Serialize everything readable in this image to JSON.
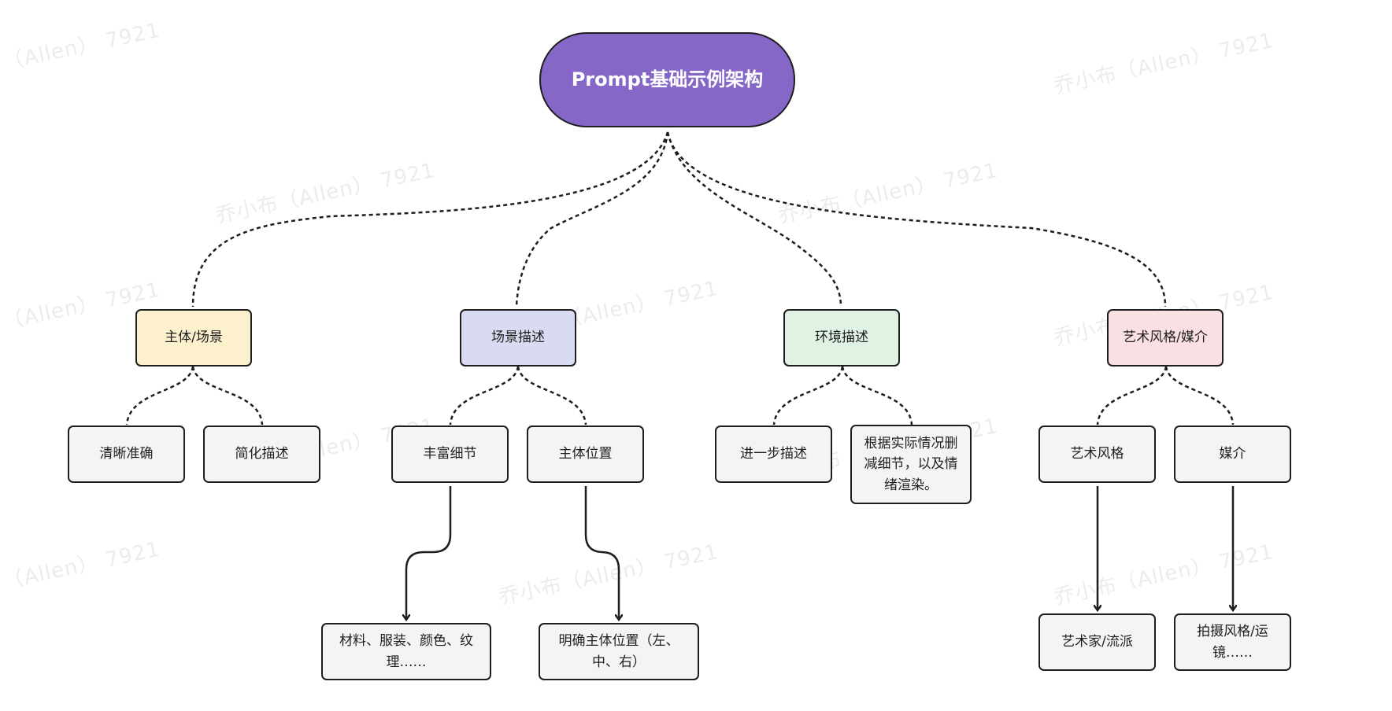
{
  "watermark": {
    "text": "乔小布（Allen） 7921",
    "partial": "（Allen） 7921"
  },
  "colors": {
    "root": "#8667c8",
    "subject": "#fdf0cd",
    "scene": "#d9dbf3",
    "environment": "#dff2e3",
    "art": "#fae0e2",
    "leaf": "#f4f4f4",
    "line": "#1e1e1e"
  },
  "root": {
    "label": "Prompt基础示例架构"
  },
  "categories": [
    {
      "label": "主体/场景",
      "children": [
        {
          "label": "清晰准确"
        },
        {
          "label": "简化描述"
        }
      ]
    },
    {
      "label": "场景描述",
      "children": [
        {
          "label": "丰富细节",
          "detail": "材料、服装、颜色、纹理……"
        },
        {
          "label": "主体位置",
          "detail": "明确主体位置（左、中、右）"
        }
      ]
    },
    {
      "label": "环境描述",
      "children": [
        {
          "label": "进一步描述"
        },
        {
          "label": "根据实际情况删减细节，以及情绪渲染。"
        }
      ]
    },
    {
      "label": "艺术风格/媒介",
      "children": [
        {
          "label": "艺术风格",
          "detail": "艺术家/流派"
        },
        {
          "label": "媒介",
          "detail": "拍摄风格/运镜……"
        }
      ]
    }
  ]
}
